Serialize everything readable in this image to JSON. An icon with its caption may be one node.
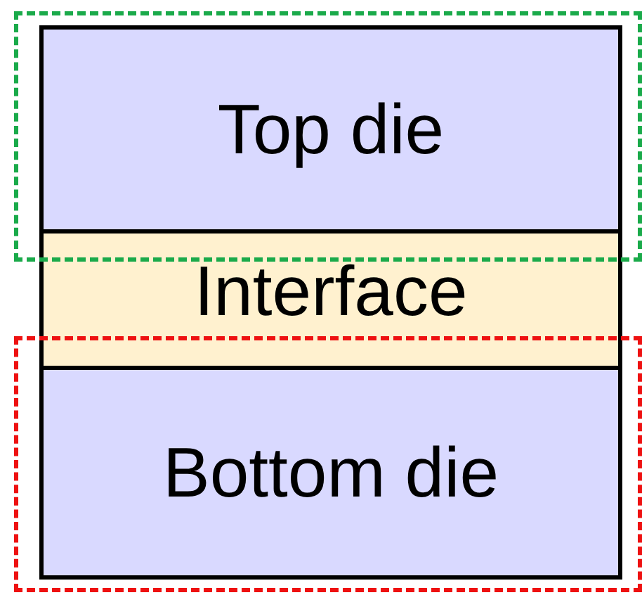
{
  "diagram": {
    "nodes": [
      {
        "text": [
          "Top die"
        ]
      },
      {
        "text": [
          "Interface"
        ]
      },
      {
        "text": [
          "Bottom die"
        ]
      }
    ]
  }
}
